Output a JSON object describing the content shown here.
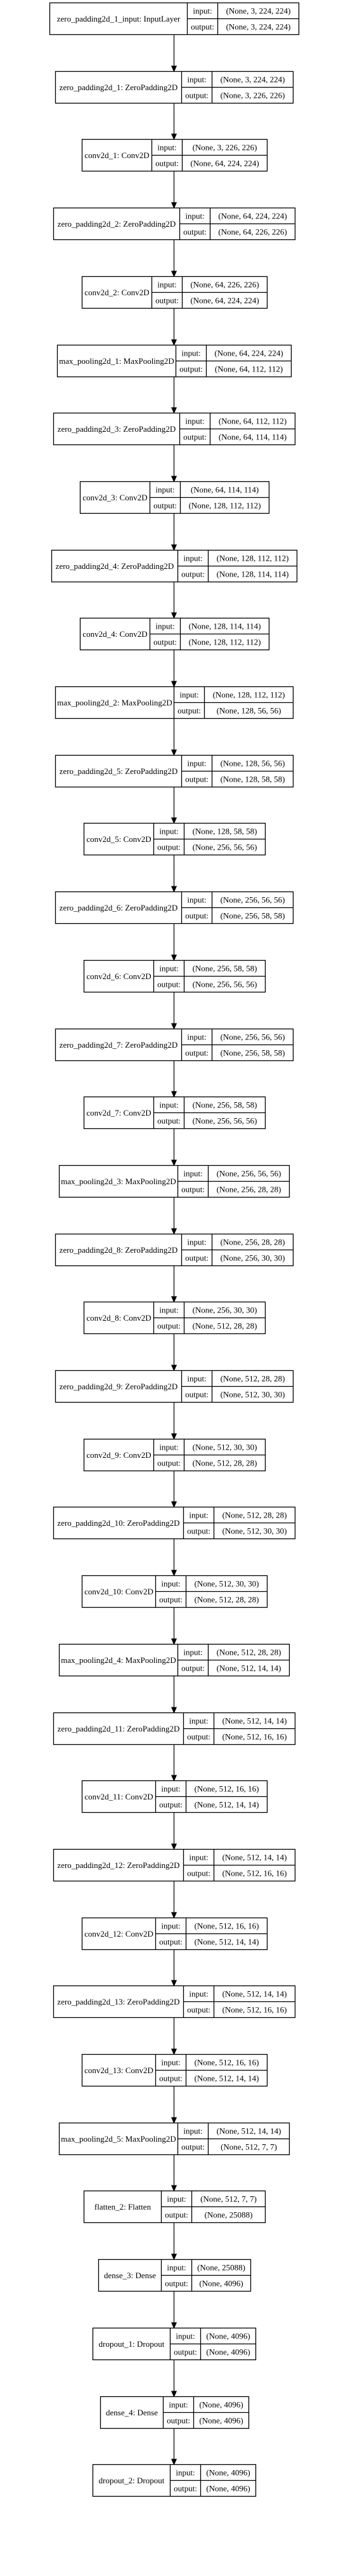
{
  "diagram": {
    "title": "",
    "port_labels": {
      "input": "input:",
      "output": "output:"
    },
    "layers": [
      {
        "name": "zero_padding2d_1_input: InputLayer",
        "input": "(None, 3, 224, 224)",
        "output": "(None, 3, 224, 224)"
      },
      {
        "name": "zero_padding2d_1: ZeroPadding2D",
        "input": "(None, 3, 224, 224)",
        "output": "(None, 3, 226, 226)"
      },
      {
        "name": "conv2d_1: Conv2D",
        "input": "(None, 3, 226, 226)",
        "output": "(None, 64, 224, 224)"
      },
      {
        "name": "zero_padding2d_2: ZeroPadding2D",
        "input": "(None, 64, 224, 224)",
        "output": "(None, 64, 226, 226)"
      },
      {
        "name": "conv2d_2: Conv2D",
        "input": "(None, 64, 226, 226)",
        "output": "(None, 64, 224, 224)"
      },
      {
        "name": "max_pooling2d_1: MaxPooling2D",
        "input": "(None, 64, 224, 224)",
        "output": "(None, 64, 112, 112)"
      },
      {
        "name": "zero_padding2d_3: ZeroPadding2D",
        "input": "(None, 64, 112, 112)",
        "output": "(None, 64, 114, 114)"
      },
      {
        "name": "conv2d_3: Conv2D",
        "input": "(None, 64, 114, 114)",
        "output": "(None, 128, 112, 112)"
      },
      {
        "name": "zero_padding2d_4: ZeroPadding2D",
        "input": "(None, 128, 112, 112)",
        "output": "(None, 128, 114, 114)"
      },
      {
        "name": "conv2d_4: Conv2D",
        "input": "(None, 128, 114, 114)",
        "output": "(None, 128, 112, 112)"
      },
      {
        "name": "max_pooling2d_2: MaxPooling2D",
        "input": "(None, 128, 112, 112)",
        "output": "(None, 128, 56, 56)"
      },
      {
        "name": "zero_padding2d_5: ZeroPadding2D",
        "input": "(None, 128, 56, 56)",
        "output": "(None, 128, 58, 58)"
      },
      {
        "name": "conv2d_5: Conv2D",
        "input": "(None, 128, 58, 58)",
        "output": "(None, 256, 56, 56)"
      },
      {
        "name": "zero_padding2d_6: ZeroPadding2D",
        "input": "(None, 256, 56, 56)",
        "output": "(None, 256, 58, 58)"
      },
      {
        "name": "conv2d_6: Conv2D",
        "input": "(None, 256, 58, 58)",
        "output": "(None, 256, 56, 56)"
      },
      {
        "name": "zero_padding2d_7: ZeroPadding2D",
        "input": "(None, 256, 56, 56)",
        "output": "(None, 256, 58, 58)"
      },
      {
        "name": "conv2d_7: Conv2D",
        "input": "(None, 256, 58, 58)",
        "output": "(None, 256, 56, 56)"
      },
      {
        "name": "max_pooling2d_3: MaxPooling2D",
        "input": "(None, 256, 56, 56)",
        "output": "(None, 256, 28, 28)"
      },
      {
        "name": "zero_padding2d_8: ZeroPadding2D",
        "input": "(None, 256, 28, 28)",
        "output": "(None, 256, 30, 30)"
      },
      {
        "name": "conv2d_8: Conv2D",
        "input": "(None, 256, 30, 30)",
        "output": "(None, 512, 28, 28)"
      },
      {
        "name": "zero_padding2d_9: ZeroPadding2D",
        "input": "(None, 512, 28, 28)",
        "output": "(None, 512, 30, 30)"
      },
      {
        "name": "conv2d_9: Conv2D",
        "input": "(None, 512, 30, 30)",
        "output": "(None, 512, 28, 28)"
      },
      {
        "name": "zero_padding2d_10: ZeroPadding2D",
        "input": "(None, 512, 28, 28)",
        "output": "(None, 512, 30, 30)"
      },
      {
        "name": "conv2d_10: Conv2D",
        "input": "(None, 512, 30, 30)",
        "output": "(None, 512, 28, 28)"
      },
      {
        "name": "max_pooling2d_4: MaxPooling2D",
        "input": "(None, 512, 28, 28)",
        "output": "(None, 512, 14, 14)"
      },
      {
        "name": "zero_padding2d_11: ZeroPadding2D",
        "input": "(None, 512, 14, 14)",
        "output": "(None, 512, 16, 16)"
      },
      {
        "name": "conv2d_11: Conv2D",
        "input": "(None, 512, 16, 16)",
        "output": "(None, 512, 14, 14)"
      },
      {
        "name": "zero_padding2d_12: ZeroPadding2D",
        "input": "(None, 512, 14, 14)",
        "output": "(None, 512, 16, 16)"
      },
      {
        "name": "conv2d_12: Conv2D",
        "input": "(None, 512, 16, 16)",
        "output": "(None, 512, 14, 14)"
      },
      {
        "name": "zero_padding2d_13: ZeroPadding2D",
        "input": "(None, 512, 14, 14)",
        "output": "(None, 512, 16, 16)"
      },
      {
        "name": "conv2d_13: Conv2D",
        "input": "(None, 512, 16, 16)",
        "output": "(None, 512, 14, 14)"
      },
      {
        "name": "max_pooling2d_5: MaxPooling2D",
        "input": "(None, 512, 14, 14)",
        "output": "(None, 512, 7, 7)"
      },
      {
        "name": "flatten_2: Flatten",
        "input": "(None, 512, 7, 7)",
        "output": "(None, 25088)"
      },
      {
        "name": "dense_3: Dense",
        "input": "(None, 25088)",
        "output": "(None, 4096)"
      },
      {
        "name": "dropout_1: Dropout",
        "input": "(None, 4096)",
        "output": "(None, 4096)"
      },
      {
        "name": "dense_4: Dense",
        "input": "(None, 4096)",
        "output": "(None, 4096)"
      },
      {
        "name": "dropout_2: Dropout",
        "input": "(None, 4096)",
        "output": "(None, 4096)"
      }
    ]
  }
}
